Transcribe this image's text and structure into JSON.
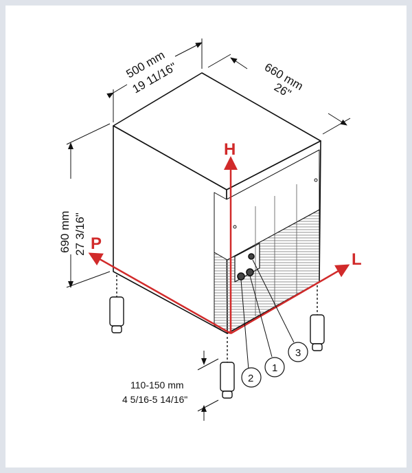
{
  "dimensions": {
    "width_mm": "500 mm",
    "width_in": "19 11/16\"",
    "depth_mm": "660 mm",
    "depth_in": "26\"",
    "height_mm": "690 mm",
    "height_in": "27 3/16\"",
    "feet_mm": "110-150 mm",
    "feet_in": "4 5/16-5 14/16\""
  },
  "axes": {
    "height": "H",
    "depth": "P",
    "length": "L"
  },
  "connections": [
    "1",
    "2",
    "3"
  ],
  "colors": {
    "axis": "#d12a2a",
    "frame": "#dfe3ea"
  }
}
